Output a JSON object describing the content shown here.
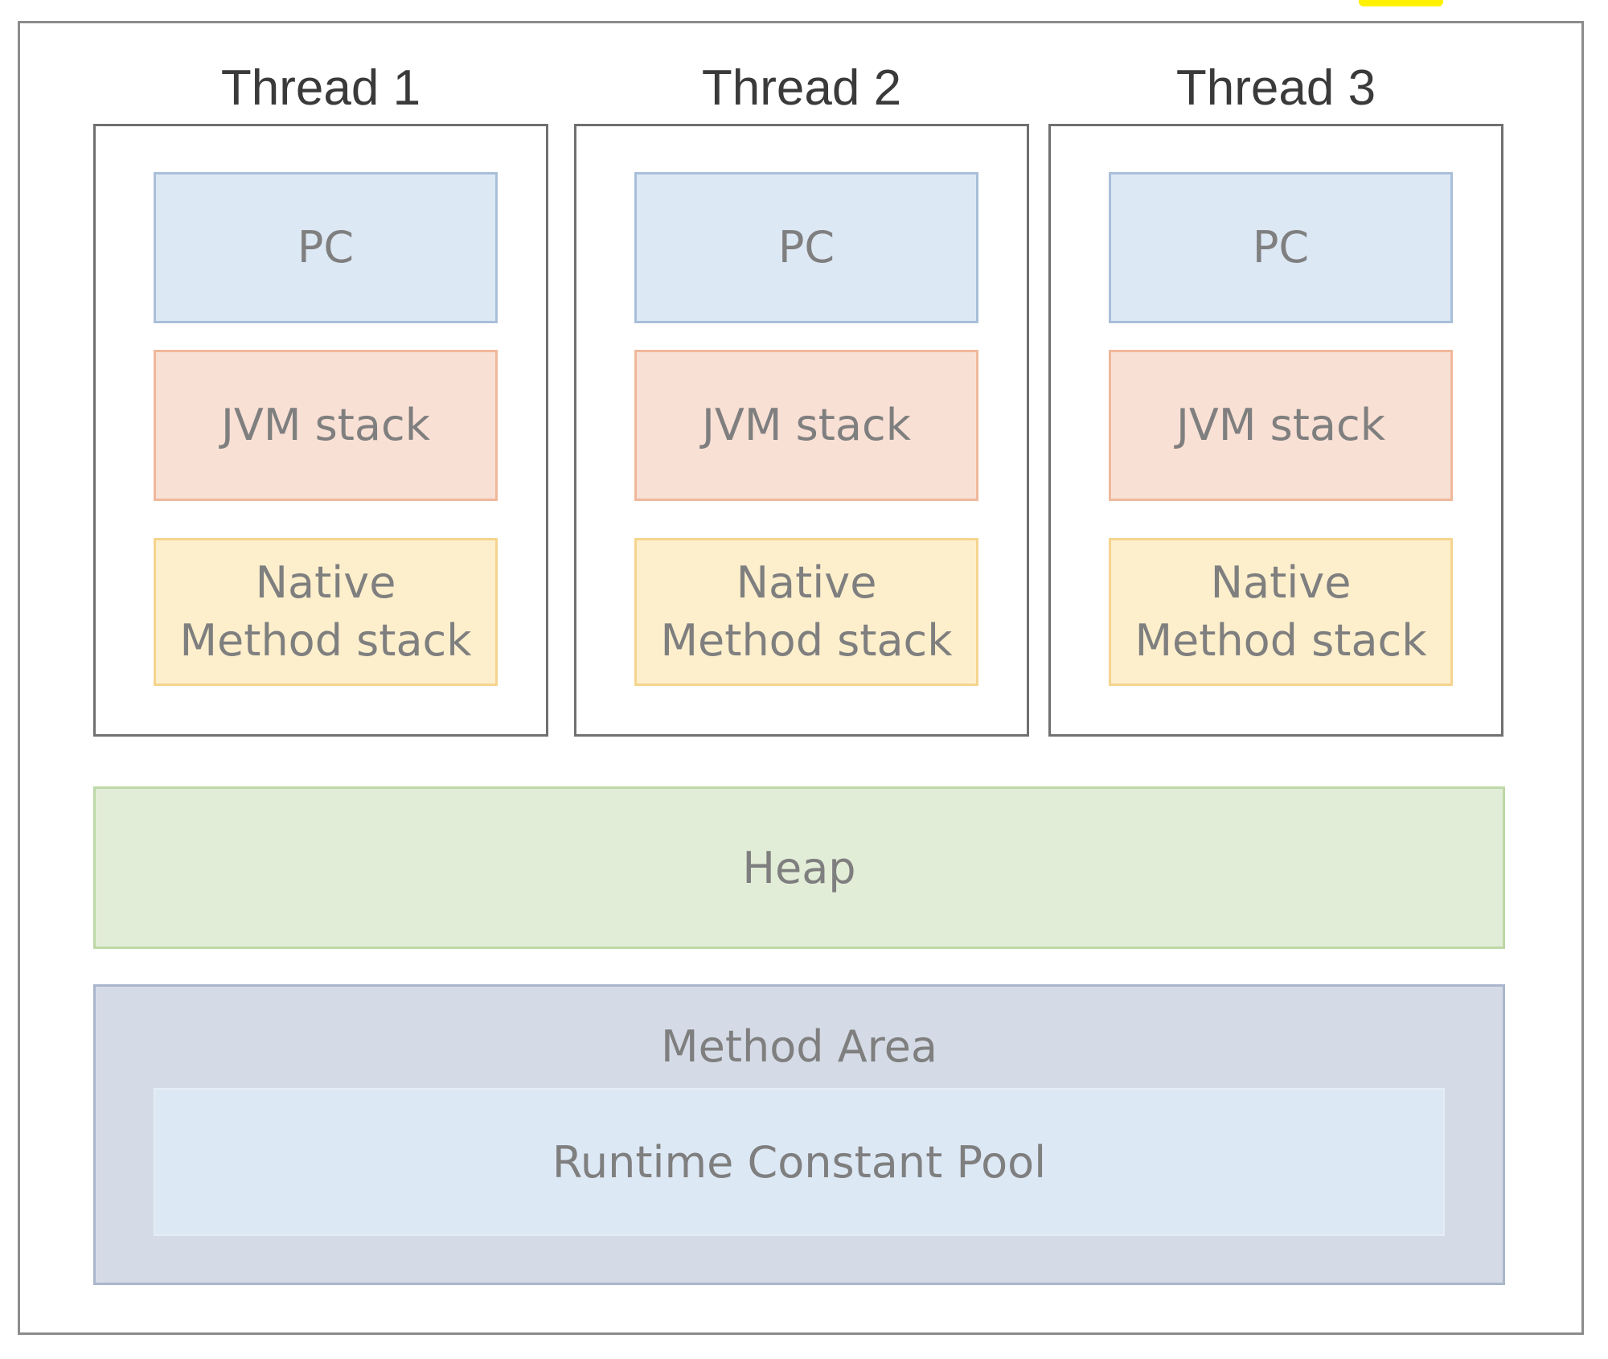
{
  "threads": [
    {
      "title": "Thread 1",
      "pc": "PC",
      "jvm_stack": "JVM stack",
      "native_stack": "Native\nMethod stack"
    },
    {
      "title": "Thread 2",
      "pc": "PC",
      "jvm_stack": "JVM stack",
      "native_stack": "Native\nMethod stack"
    },
    {
      "title": "Thread 3",
      "pc": "PC",
      "jvm_stack": "JVM stack",
      "native_stack": "Native\nMethod stack"
    }
  ],
  "heap": {
    "label": "Heap"
  },
  "method_area": {
    "label": "Method Area",
    "runtime_constant_pool": "Runtime Constant Pool"
  },
  "colors": {
    "pc_fill": "#dde8f5",
    "jvm_stack_fill": "#f9e0d5",
    "native_stack_fill": "#fdefcc",
    "heap_fill": "#e2edd7",
    "method_area_fill": "#d5dbe6",
    "highlight": "#fff200"
  }
}
